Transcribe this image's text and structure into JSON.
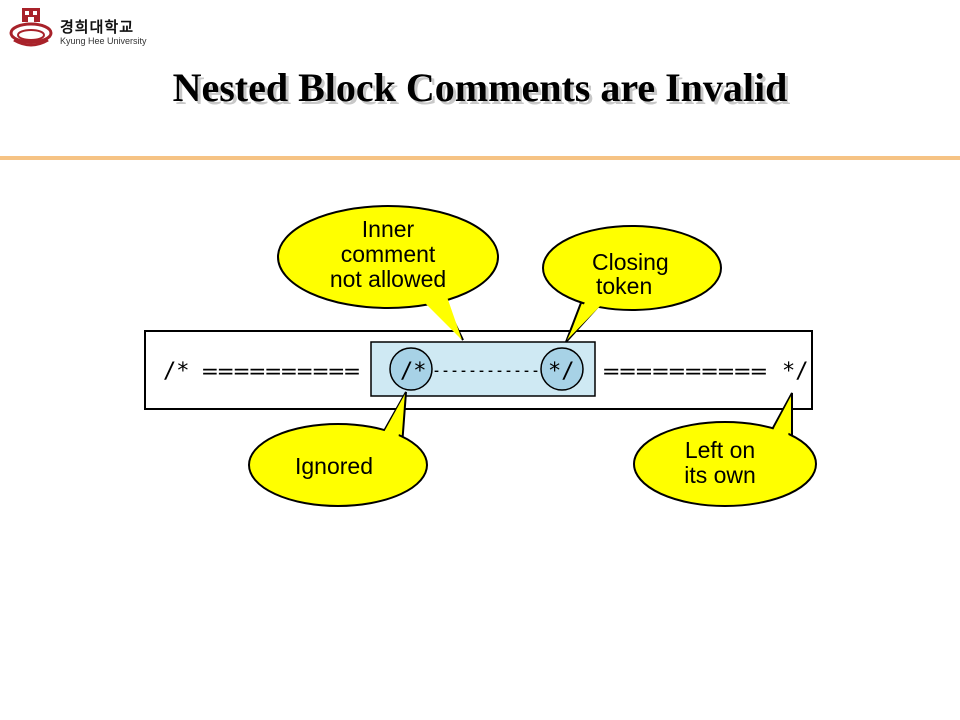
{
  "header": {
    "logo_korean": "경희대학교",
    "logo_english": "Kyung Hee University",
    "title": "Nested Block Comments are Invalid"
  },
  "code_line": {
    "outer_open": "/*",
    "left_fill": "==========",
    "inner_open": "/*",
    "inner_fill": "------------",
    "inner_close": "*/",
    "right_fill": "==========",
    "outer_close": "*/"
  },
  "callouts": {
    "inner_comment": [
      "Inner",
      "comment",
      "not allowed"
    ],
    "closing_token": [
      "Closing",
      "token"
    ],
    "ignored": [
      "Ignored"
    ],
    "left_alone": [
      "Left on",
      "its own"
    ]
  },
  "colors": {
    "callout_fill": "#ffff00",
    "highlight_fill": "#cfe9f3",
    "title_rule": "#f6c384",
    "logo_red": "#a8222a"
  }
}
